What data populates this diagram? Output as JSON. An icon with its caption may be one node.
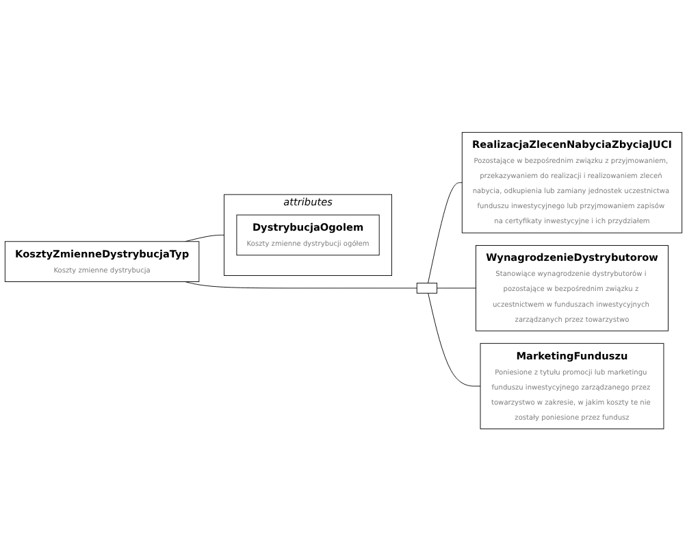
{
  "diagram": {
    "nodes": [
      {
        "text": [
          "KosztyZmienneDystrybucjaTyp",
          "Koszty zmienne dystrybucja"
        ]
      },
      {
        "text": [
          "attributes"
        ]
      },
      {
        "text": [
          "DystrybucjaOgolem",
          "Koszty zmienne dystrybucji ogółem"
        ],
        "in": 1
      },
      {
        "text": [],
        "shape": "box"
      },
      {
        "text": [
          "RealizacjaZlecenNabyciaZbyciaJUCI",
          "Pozostające w bezpośrednim związku z przyjmowaniem, przekazywaniem do realizacji i realizowaniem zleceń nabycia, odkupienia lub zamiany jednostek uczestnictwa funduszu inwestycyjnego lub przyjmowaniem zapisów na certyfikaty inwestycyjne i ich przydziałem"
        ]
      },
      {
        "text": [
          "WynagrodzenieDystrybutorow",
          "Stanowiące wynagrodzenie dystrybutorów i pozostające w bezpośrednim związku z uczestnictwem w funduszach inwestycyjnych zarządzanych przez towarzystwo"
        ]
      },
      {
        "text": [
          "MarketingFunduszu",
          "Poniesione z tytułu promocji lub marketingu funduszu inwestycyjnego zarządzanego przez towarzystwo w zakresie, w jakim koszty te nie zostały poniesione przez fundusz"
        ]
      }
    ],
    "edges": [
      {
        "from": 0,
        "to": 1,
        "arrow": "none"
      },
      {
        "from": 0,
        "to": 3,
        "arrow": "none"
      },
      {
        "from": 3,
        "to": 4,
        "arrow": "none"
      },
      {
        "from": 3,
        "to": 5,
        "arrow": "none"
      },
      {
        "from": 3,
        "to": 6,
        "arrow": "none"
      }
    ]
  }
}
